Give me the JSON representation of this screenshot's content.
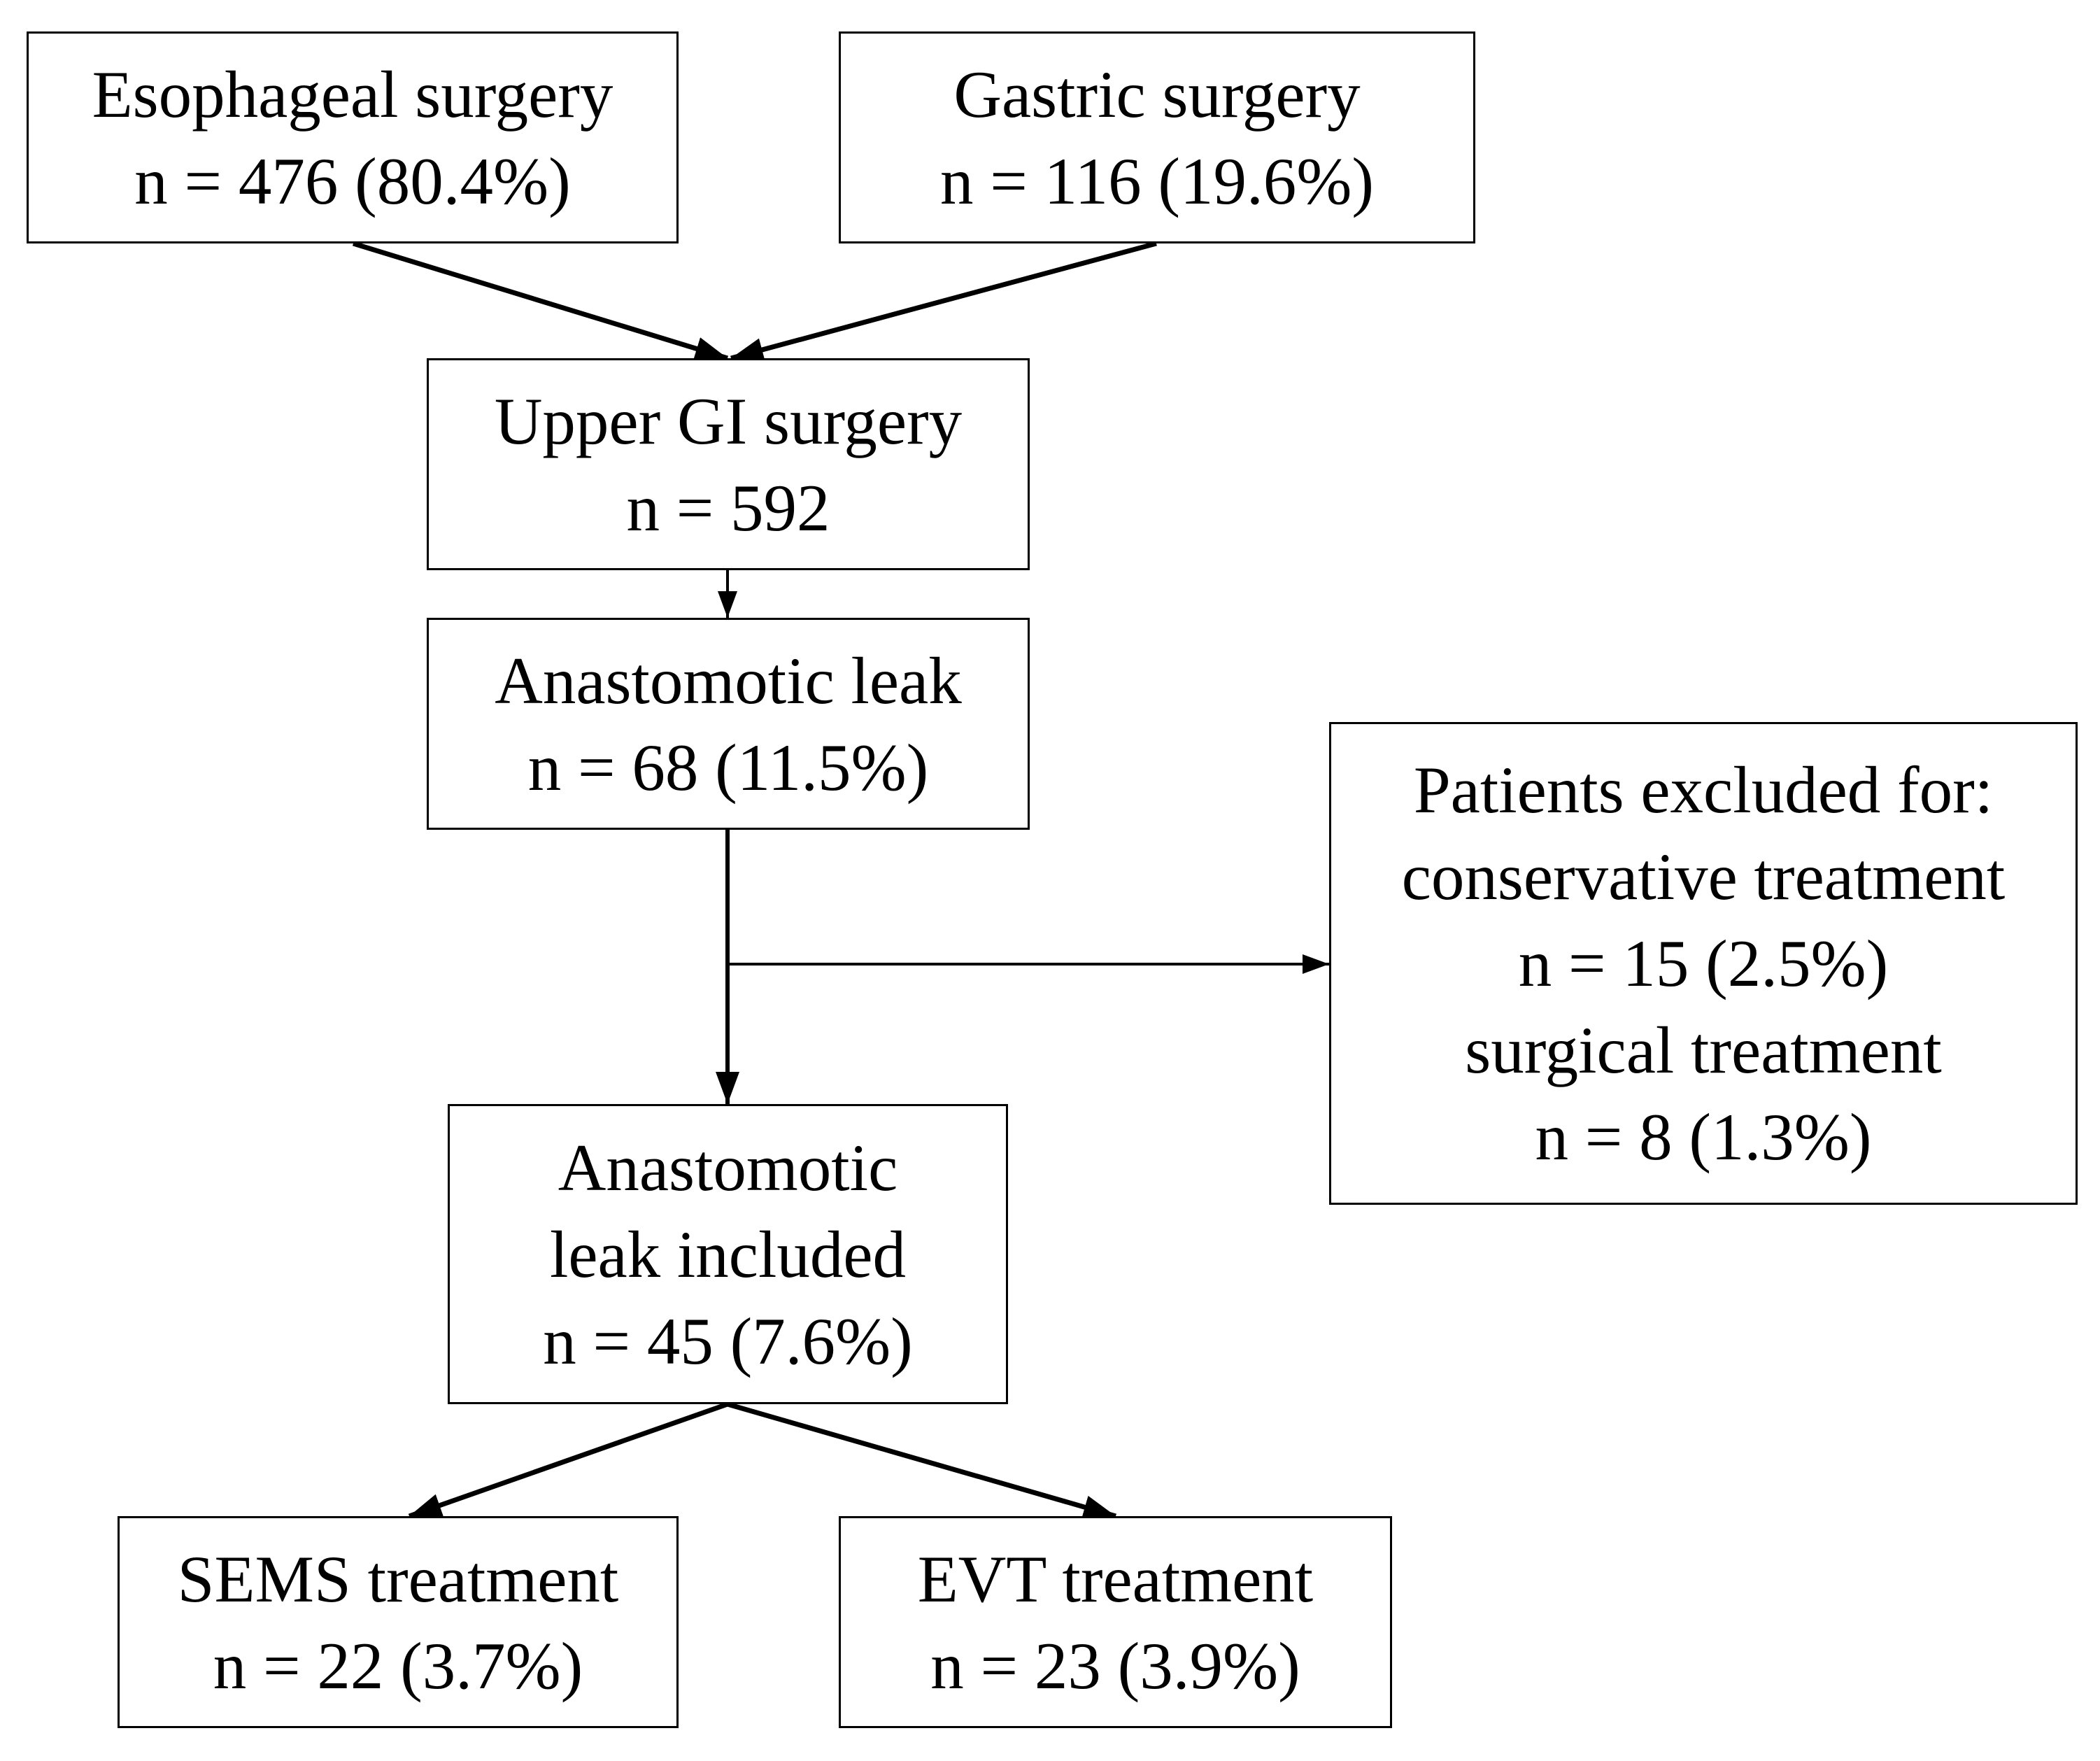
{
  "boxes": {
    "esophageal": {
      "title": "Esophageal surgery",
      "count": "n = 476 (80.4%)"
    },
    "gastric": {
      "title": "Gastric surgery",
      "count": "n = 116 (19.6%)"
    },
    "upper_gi": {
      "title": "Upper GI surgery",
      "count": "n = 592"
    },
    "leak": {
      "title": "Anastomotic leak",
      "count": "n = 68 (11.5%)"
    },
    "excluded": {
      "title": "Patients excluded for:",
      "reason_1": "conservative treatment",
      "count_1": "n = 15 (2.5%)",
      "reason_2": "surgical treatment",
      "count_2": "n = 8 (1.3%)"
    },
    "included": {
      "line_1": "Anastomotic",
      "line_2": "leak included",
      "count": "n = 45 (7.6%)"
    },
    "sems": {
      "title": "SEMS treatment",
      "count": "n = 22 (3.7%)"
    },
    "evt": {
      "title": "EVT treatment",
      "count": "n = 23 (3.9%)"
    }
  },
  "colors": {
    "stroke": "#000000",
    "background": "#ffffff"
  }
}
